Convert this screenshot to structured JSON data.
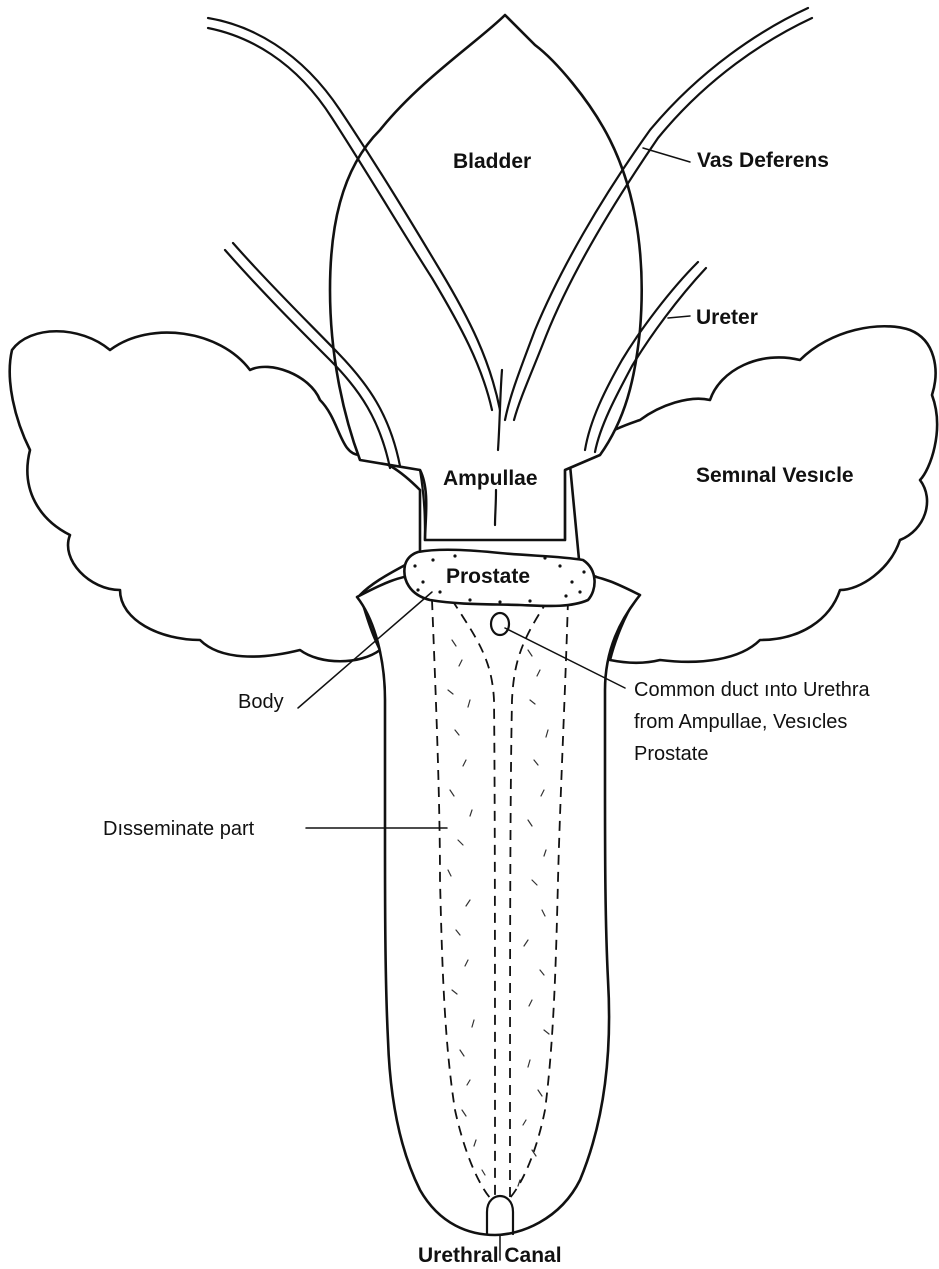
{
  "labels": {
    "bladder": "Bladder",
    "vas_deferens": "Vas Deferens",
    "ureter": "Ureter",
    "ampullae": "Ampullae",
    "seminal_vesicle": "Semınal Vesıcle",
    "prostate": "Prostate",
    "body": "Body",
    "common_duct_line1": "Common duct ınto Urethra",
    "common_duct_line2": "from Ampullae, Vesıcles",
    "common_duct_line3": "Prostate",
    "disseminate_part": "Dısseminate part",
    "urethral_canal": "Urethral Canal"
  },
  "colors": {
    "ink": "#111111",
    "paper": "#ffffff"
  }
}
